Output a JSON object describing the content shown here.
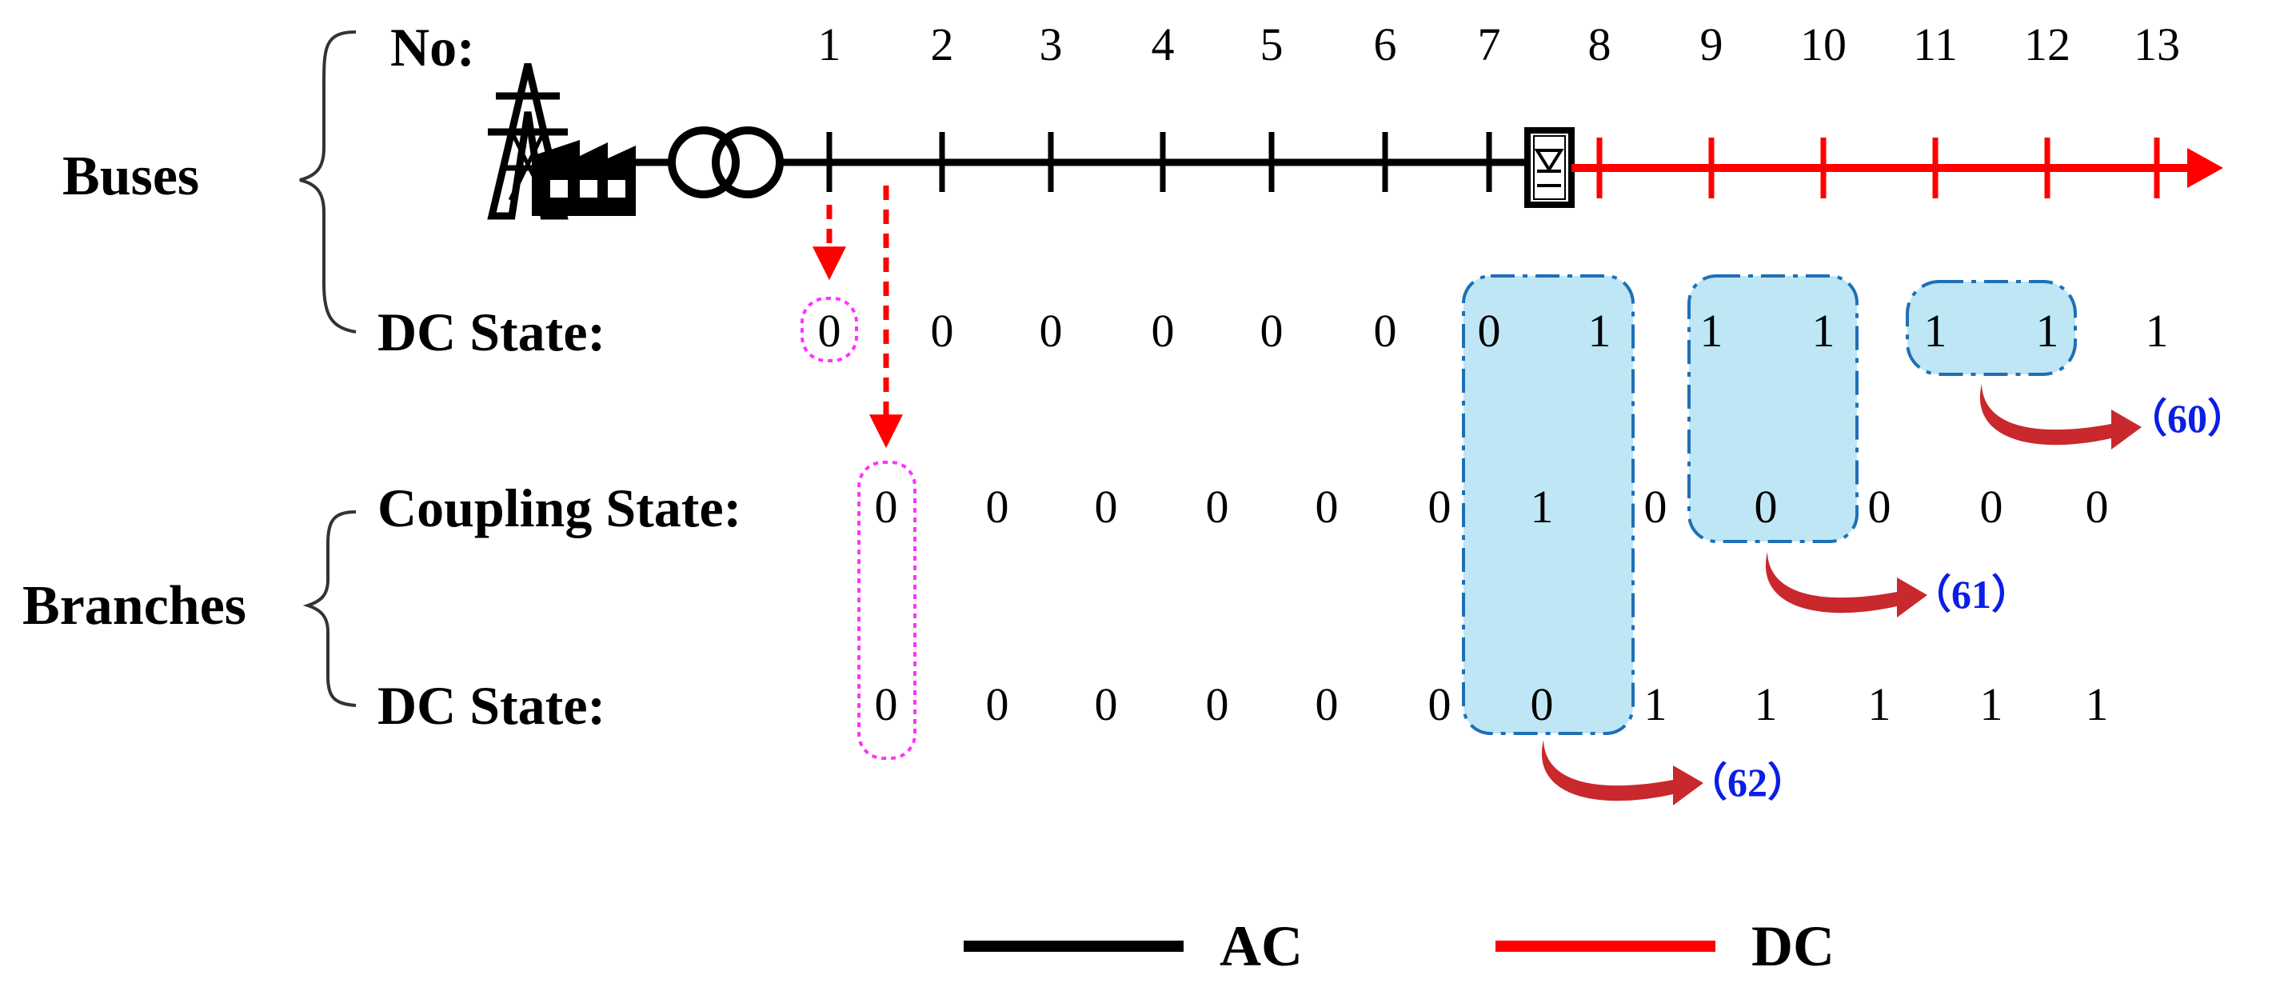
{
  "labels": {
    "buses": "Buses",
    "branches": "Branches",
    "no": "No:",
    "bus_dc_state": "DC State:",
    "coupling_state": "Coupling State:",
    "branch_dc_state": "DC State:"
  },
  "bus_numbers": [
    "1",
    "2",
    "3",
    "4",
    "5",
    "6",
    "7",
    "8",
    "9",
    "10",
    "11",
    "12",
    "13"
  ],
  "bus_dc_state": [
    "0",
    "0",
    "0",
    "0",
    "0",
    "0",
    "0",
    "1",
    "1",
    "1",
    "1",
    "1",
    "1"
  ],
  "branch_coupling_state": [
    "0",
    "0",
    "0",
    "0",
    "0",
    "0",
    "1",
    "0",
    "0",
    "0",
    "0",
    "0"
  ],
  "branch_dc_state": [
    "0",
    "0",
    "0",
    "0",
    "0",
    "0",
    "0",
    "1",
    "1",
    "1",
    "1",
    "1"
  ],
  "annotations": [
    "（60）",
    "（61）",
    "（62）"
  ],
  "legend": [
    {
      "label": "AC",
      "color": "#000000"
    },
    {
      "label": "DC",
      "color": "#ff0000"
    }
  ],
  "colors": {
    "ac_line": "#000000",
    "dc_line": "#ff0000",
    "highlight_fill": "#bfe6f5",
    "highlight_stroke": "#1f6fb5",
    "marker_stroke": "#ff33ff",
    "arrow_red": "#d12a2a",
    "equation_blue": "#0a1ee6"
  },
  "icons": [
    "power-plant-icon",
    "transformer-icon",
    "converter-icon"
  ]
}
